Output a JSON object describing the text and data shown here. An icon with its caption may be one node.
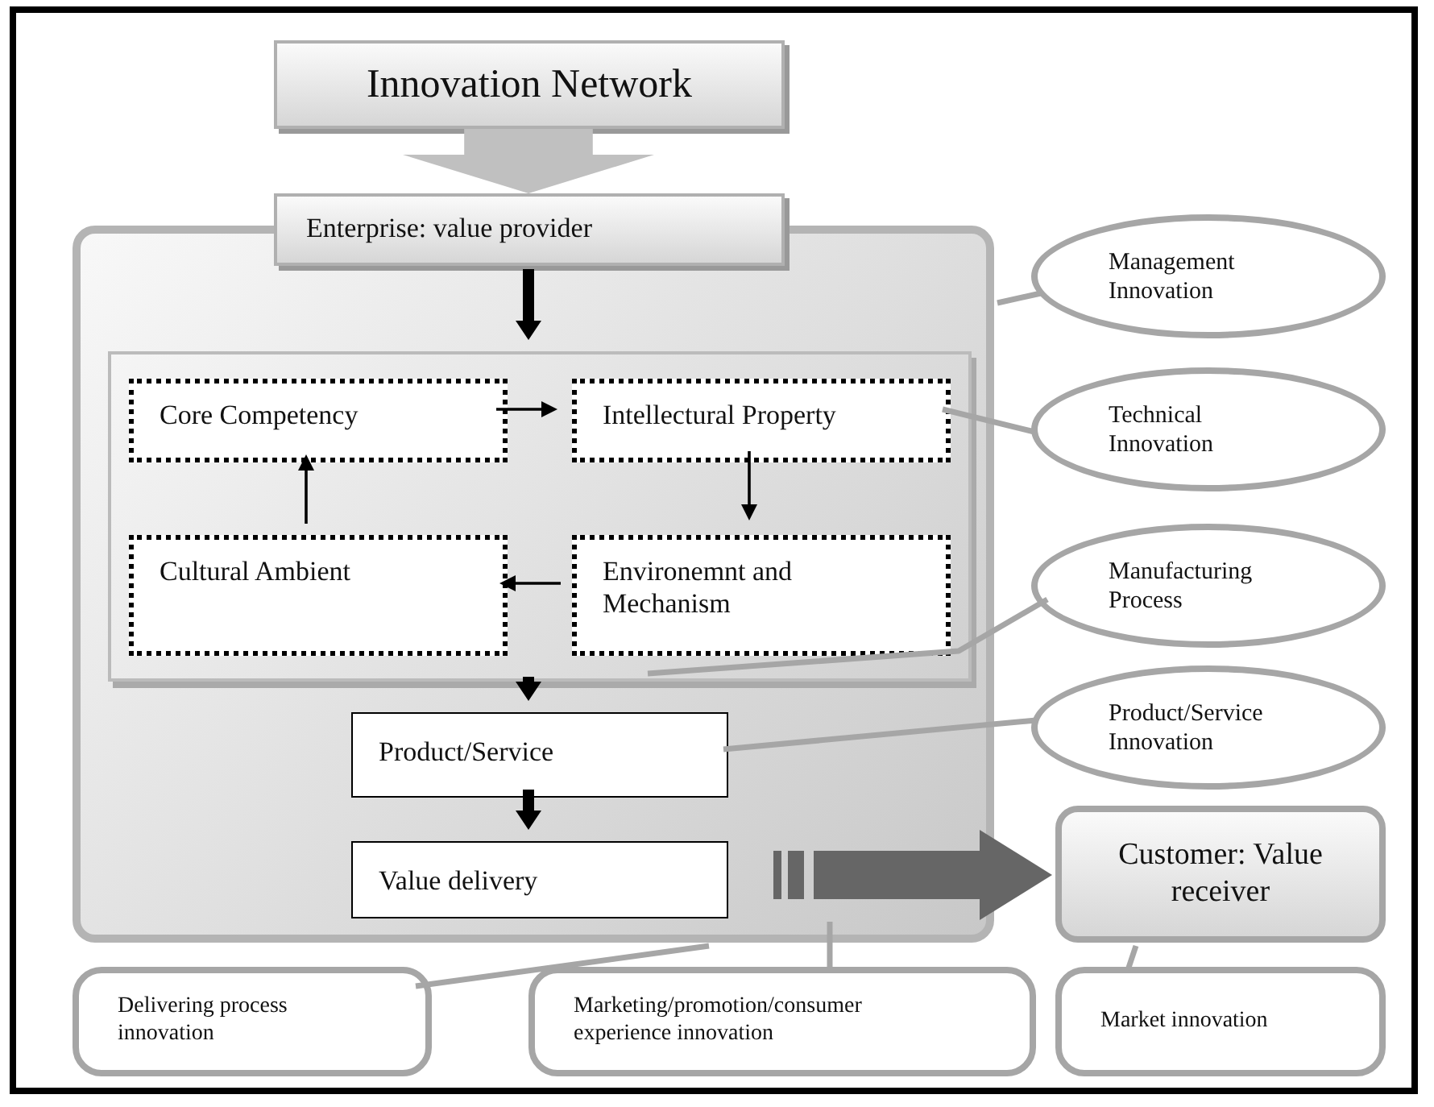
{
  "diagram": {
    "nodes": [
      {
        "text": [
          "Innovation Network"
        ]
      },
      {
        "text": [
          "Enterprise: value provider"
        ]
      },
      {
        "text": [],
        "shape": "box"
      },
      {
        "text": [],
        "shape": "box",
        "in": 2
      },
      {
        "text": [
          "Core Competency"
        ],
        "in": 3
      },
      {
        "text": [
          "Intellectural Property"
        ],
        "in": 3
      },
      {
        "text": [
          "Cultural Ambient"
        ],
        "in": 3
      },
      {
        "text": [
          "Environemnt and Mechanism"
        ],
        "in": 3
      },
      {
        "text": [
          "Product/Service"
        ],
        "in": 2
      },
      {
        "text": [
          "Value delivery"
        ],
        "in": 2
      },
      {
        "text": [
          "Management Innovation"
        ]
      },
      {
        "text": [
          "Technical Innovation"
        ]
      },
      {
        "text": [
          "Manufacturing Process"
        ]
      },
      {
        "text": [
          "Product/Service Innovation"
        ]
      },
      {
        "text": [
          "Customer: Value receiver"
        ]
      },
      {
        "text": [
          "Delivering process innovation"
        ]
      },
      {
        "text": [
          "Marketing/promotion/consumer experience innovation"
        ]
      },
      {
        "text": [
          "Market innovation"
        ]
      }
    ],
    "edges": [
      {
        "from": 0,
        "to": 1,
        "arrow": "to",
        "style": "thick",
        "color": "#c0c0c0"
      },
      {
        "from": 1,
        "to": 3,
        "arrow": "to",
        "style": "thick"
      },
      {
        "from": 4,
        "to": 5,
        "arrow": "to"
      },
      {
        "from": 5,
        "to": 7,
        "arrow": "to"
      },
      {
        "from": 7,
        "to": 6,
        "arrow": "to"
      },
      {
        "from": 6,
        "to": 4,
        "arrow": "to"
      },
      {
        "from": 3,
        "to": 8,
        "arrow": "to",
        "style": "thick"
      },
      {
        "from": 8,
        "to": 9,
        "arrow": "to",
        "style": "thick"
      },
      {
        "from": 9,
        "to": 14,
        "arrow": "to",
        "style": "thick",
        "color": "#666666"
      },
      {
        "from": 10,
        "to": 2,
        "arrow": "none",
        "color": "#a6a6a6"
      },
      {
        "from": 11,
        "to": 5,
        "arrow": "none",
        "color": "#a6a6a6"
      },
      {
        "from": 12,
        "to": 3,
        "arrow": "none",
        "color": "#a6a6a6"
      },
      {
        "from": 13,
        "to": 8,
        "arrow": "none",
        "color": "#a6a6a6"
      },
      {
        "from": 15,
        "to": 2,
        "arrow": "none",
        "color": "#a6a6a6"
      },
      {
        "from": 16,
        "to": null,
        "arrow": "none",
        "color": "#a6a6a6"
      },
      {
        "from": 17,
        "to": 14,
        "arrow": "none",
        "color": "#a6a6a6"
      }
    ]
  }
}
